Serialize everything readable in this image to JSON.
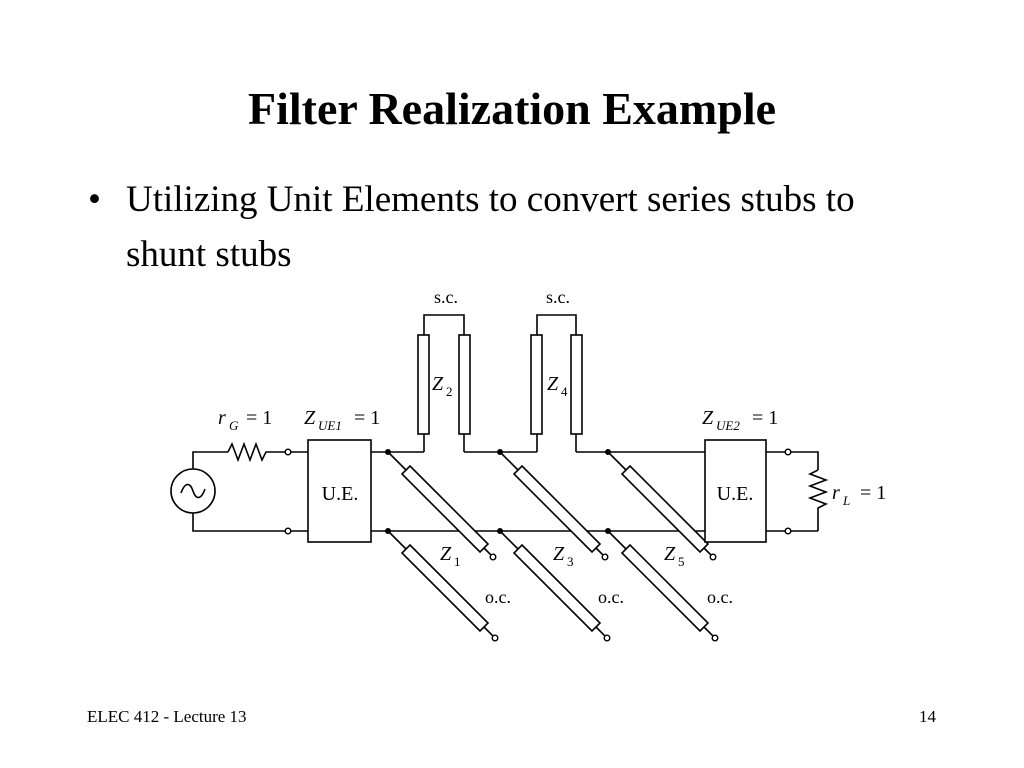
{
  "slide": {
    "title": "Filter Realization Example",
    "bullets": [
      "Utilizing Unit Elements to convert series stubs to shunt stubs"
    ],
    "bullet_symbol": "•"
  },
  "footer": {
    "course": "ELEC 412 - Lecture 13",
    "page_number": "14"
  },
  "circuit": {
    "generator": {
      "symbol": "r",
      "subscript": "G",
      "value": "= 1"
    },
    "ue1": {
      "box_label": "U.E.",
      "symbol": "Z",
      "subscript": "UE1",
      "value": "= 1"
    },
    "ue2": {
      "box_label": "U.E.",
      "symbol": "Z",
      "subscript": "UE2",
      "value": "= 1"
    },
    "load": {
      "symbol": "r",
      "subscript": "L",
      "value": "= 1"
    },
    "series_stubs": [
      {
        "symbol": "Z",
        "subscript": "2",
        "termination": "s.c."
      },
      {
        "symbol": "Z",
        "subscript": "4",
        "termination": "s.c."
      }
    ],
    "shunt_stubs": [
      {
        "symbol": "Z",
        "subscript": "1",
        "termination": "o.c."
      },
      {
        "symbol": "Z",
        "subscript": "3",
        "termination": "o.c."
      },
      {
        "symbol": "Z",
        "subscript": "5",
        "termination": "o.c."
      }
    ]
  }
}
